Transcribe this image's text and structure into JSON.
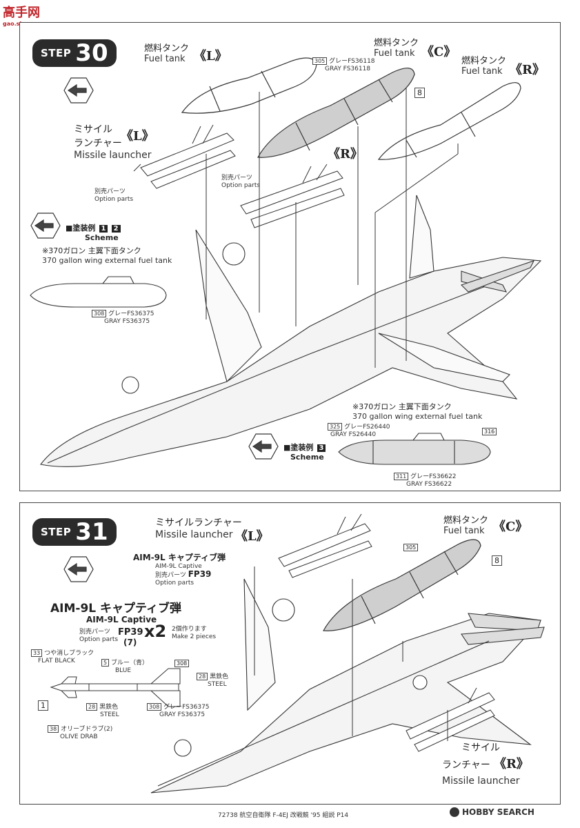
{
  "watermark": {
    "logo_text": "高手网",
    "url": "gao.shou.com"
  },
  "step30": {
    "step_word": "STEP",
    "step_number": "30",
    "fuel_L": {
      "jp": "燃料タンク",
      "en": "Fuel tank",
      "tag": "《L》"
    },
    "fuel_C": {
      "jp": "燃料タンク",
      "en": "Fuel tank",
      "tag": "《C》",
      "part": "8",
      "color_num": "305",
      "color_jp": "グレーFS36118",
      "color_en": "GRAY FS36118"
    },
    "fuel_R": {
      "jp": "燃料タンク",
      "en": "Fuel tank",
      "tag": "《R》"
    },
    "missile_L": {
      "jp1": "ミサイル",
      "jp2": "ランチャー",
      "tag": "《L》",
      "en": "Missile launcher",
      "opt_jp": "別売パーツ",
      "opt_en": "Option parts"
    },
    "missile_R": {
      "tag": "《R》",
      "opt_jp": "別売パーツ",
      "opt_en": "Option parts"
    },
    "scheme12": {
      "label_jp": "■塗装例",
      "n1": "1",
      "n2": "2",
      "label_en": "Scheme",
      "note_jp": "※370ガロン 主翼下面タンク",
      "note_en": "370 gallon wing external fuel tank",
      "color_num": "308",
      "color_jp": "グレーFS36375",
      "color_en": "GRAY FS36375"
    },
    "scheme3": {
      "note_jp": "※370ガロン 主翼下面タンク",
      "note_en": "370 gallon wing external fuel tank",
      "c1_num": "325",
      "c1_jp": "グレーFS26440",
      "c1_en": "GRAY FS26440",
      "part": "316",
      "label_jp": "■塗装例",
      "n3": "3",
      "label_en": "Scheme",
      "c2_num": "311",
      "c2_jp": "グレーFS36622",
      "c2_en": "GRAY FS36622"
    }
  },
  "step31": {
    "step_word": "STEP",
    "step_number": "31",
    "missile_L": {
      "jp": "ミサイルランチャー",
      "en": "Missile launcher",
      "tag": "《L》"
    },
    "aim_callout": {
      "jp": "AIM-9L キャプティブ弾",
      "en": "AIM-9L Captive",
      "opt_jp": "別売パーツ",
      "opt_en": "Option parts",
      "part": "FP39"
    },
    "fuel_C": {
      "jp": "燃料タンク",
      "en": "Fuel tank",
      "tag": "《C》",
      "color_num": "305",
      "part": "8"
    },
    "aim_block": {
      "title_jp": "AIM-9L キャプティブ弾",
      "title_en": "AIM-9L Captive",
      "opt_jp": "別売パーツ",
      "opt_en": "Option parts",
      "part": "FP39",
      "part_sub": "(7)",
      "mult": "x2",
      "make_jp": "2個作ります",
      "make_en": "Make 2 pieces"
    },
    "aim_colors": {
      "c33_num": "33",
      "c33_jp": "つや消しブラック",
      "c33_en": "FLAT BLACK",
      "c5_num": "5",
      "c5_jp": "ブルー（青）",
      "c5_en": "BLUE",
      "p308": "308",
      "c28a_num": "28",
      "c28a_jp": "黒鉄色",
      "c28a_en": "STEEL",
      "p1": "1",
      "c28b_num": "28",
      "c28b_jp": "黒鉄色",
      "c28b_en": "STEEL",
      "c308_num": "308",
      "c308_jp": "グレーFS36375",
      "c308_en": "GRAY FS36375",
      "c38_num": "38",
      "c38_jp": "オリーブドラブ(2)",
      "c38_en": "OLIVE DRAB"
    },
    "missile_R": {
      "jp1": "ミサイル",
      "jp2": "ランチャー",
      "tag": "《R》",
      "en": "Missile launcher"
    }
  },
  "footer": {
    "code": "72738 航空自衛隊 F-4EJ 改戦競 '95 組説 P14",
    "brand": "HOBBY SEARCH"
  }
}
